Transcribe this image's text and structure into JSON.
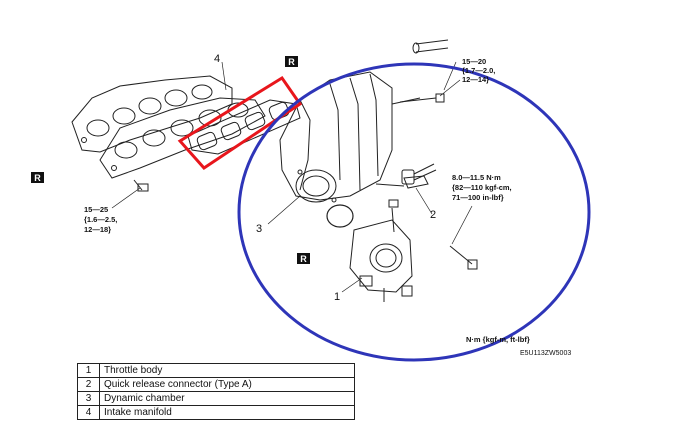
{
  "part_labels": {
    "throttle_body": "1",
    "quick_release_connector": "2",
    "dynamic_chamber": "3",
    "intake_manifold": "4"
  },
  "reference_marks": {
    "r": "R"
  },
  "torque_specs": {
    "top_right": [
      "15—20",
      "{1.7—2.0,",
      "12—14}"
    ],
    "middle_right": [
      "8.0—11.5 N·m",
      "{82—110 kgf-cm,",
      "71—100 in-lbf}"
    ],
    "bottom_left": [
      "15—25",
      "{1.6—2.5,",
      "12—18}"
    ]
  },
  "units_label": "N·m {kgf-m, ft-lbf}",
  "figure_code": "E5U113ZW5003",
  "legend": [
    {
      "num": "1",
      "name": "Throttle body"
    },
    {
      "num": "2",
      "name": "Quick release connector (Type A)"
    },
    {
      "num": "3",
      "name": "Dynamic chamber"
    },
    {
      "num": "4",
      "name": "Intake manifold"
    }
  ],
  "highlight_colors": {
    "gasket_box": "#e8161c",
    "circle": "#2e35b8"
  }
}
